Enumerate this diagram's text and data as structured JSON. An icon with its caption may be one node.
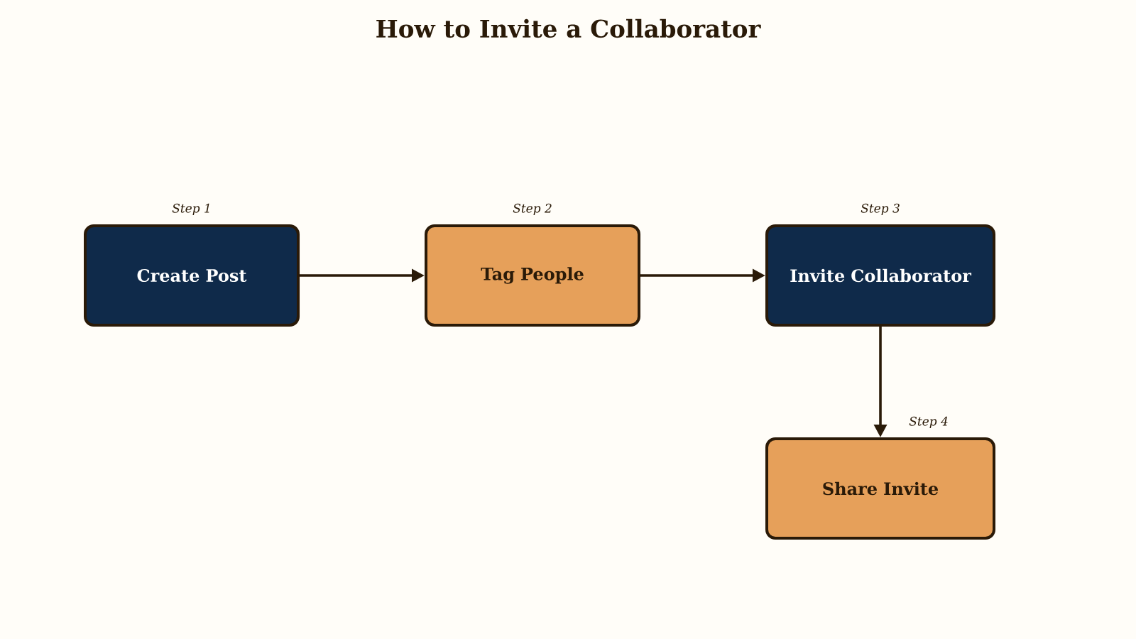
{
  "diagram": {
    "title": "How to Invite a Collaborator",
    "nodes": [
      {
        "text": [
          "Create Post"
        ],
        "beside": [
          "Step 1"
        ]
      },
      {
        "text": [
          "Tag People"
        ],
        "beside": [
          "Step 2"
        ]
      },
      {
        "text": [
          "Invite Collaborator"
        ],
        "beside": [
          "Step 3"
        ]
      },
      {
        "text": [
          "Share Invite"
        ],
        "beside": [
          "Step 4"
        ]
      }
    ],
    "edges": [
      {
        "from": 0,
        "to": 1,
        "arrow": "to"
      },
      {
        "from": 1,
        "to": 2,
        "arrow": "to"
      },
      {
        "from": 2,
        "to": 3,
        "arrow": "to"
      }
    ]
  }
}
